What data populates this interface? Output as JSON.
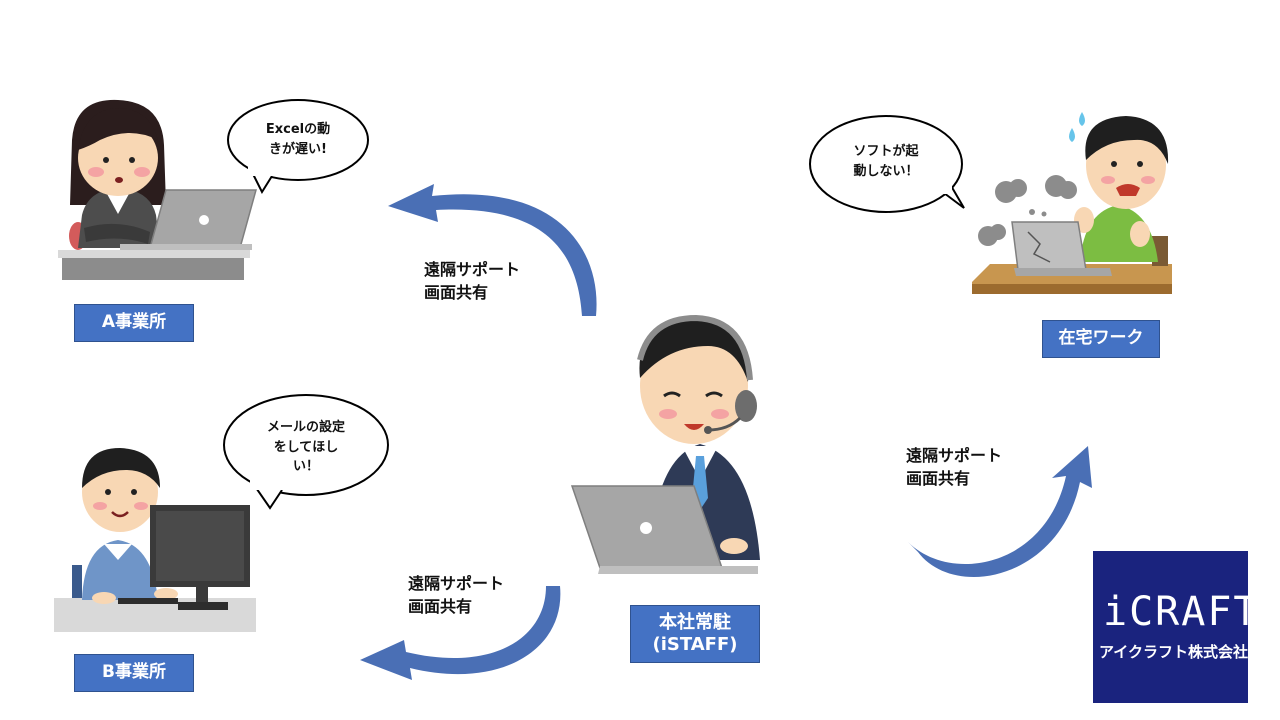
{
  "colors": {
    "label_box": "#4472c4",
    "arrow": "#4a6fb5",
    "logo_bg": "#1a237e"
  },
  "nodes": {
    "a_office": {
      "label": "A事業所"
    },
    "b_office": {
      "label": "B事業所"
    },
    "home_work": {
      "label": "在宅ワーク"
    },
    "hq": {
      "label_line1": "本社常駐",
      "label_line2": "(iSTAFF)"
    }
  },
  "bubbles": {
    "a_office": {
      "line1": "Excelの動",
      "line2": "きが遅い!"
    },
    "b_office": {
      "line1": "メールの設定",
      "line2": "をしてほし",
      "line3": "い！"
    },
    "home_work": {
      "line1": "ソフトが起",
      "line2": "動しない！"
    }
  },
  "captions": {
    "to_a": {
      "line1": "遠隔サポート",
      "line2": "画面共有"
    },
    "to_b": {
      "line1": "遠隔サポート",
      "line2": "画面共有"
    },
    "to_home": {
      "line1": "遠隔サポート",
      "line2": "画面共有"
    }
  },
  "logo": {
    "word": "iCRAFT",
    "sub": "アイクラフト株式会社"
  }
}
